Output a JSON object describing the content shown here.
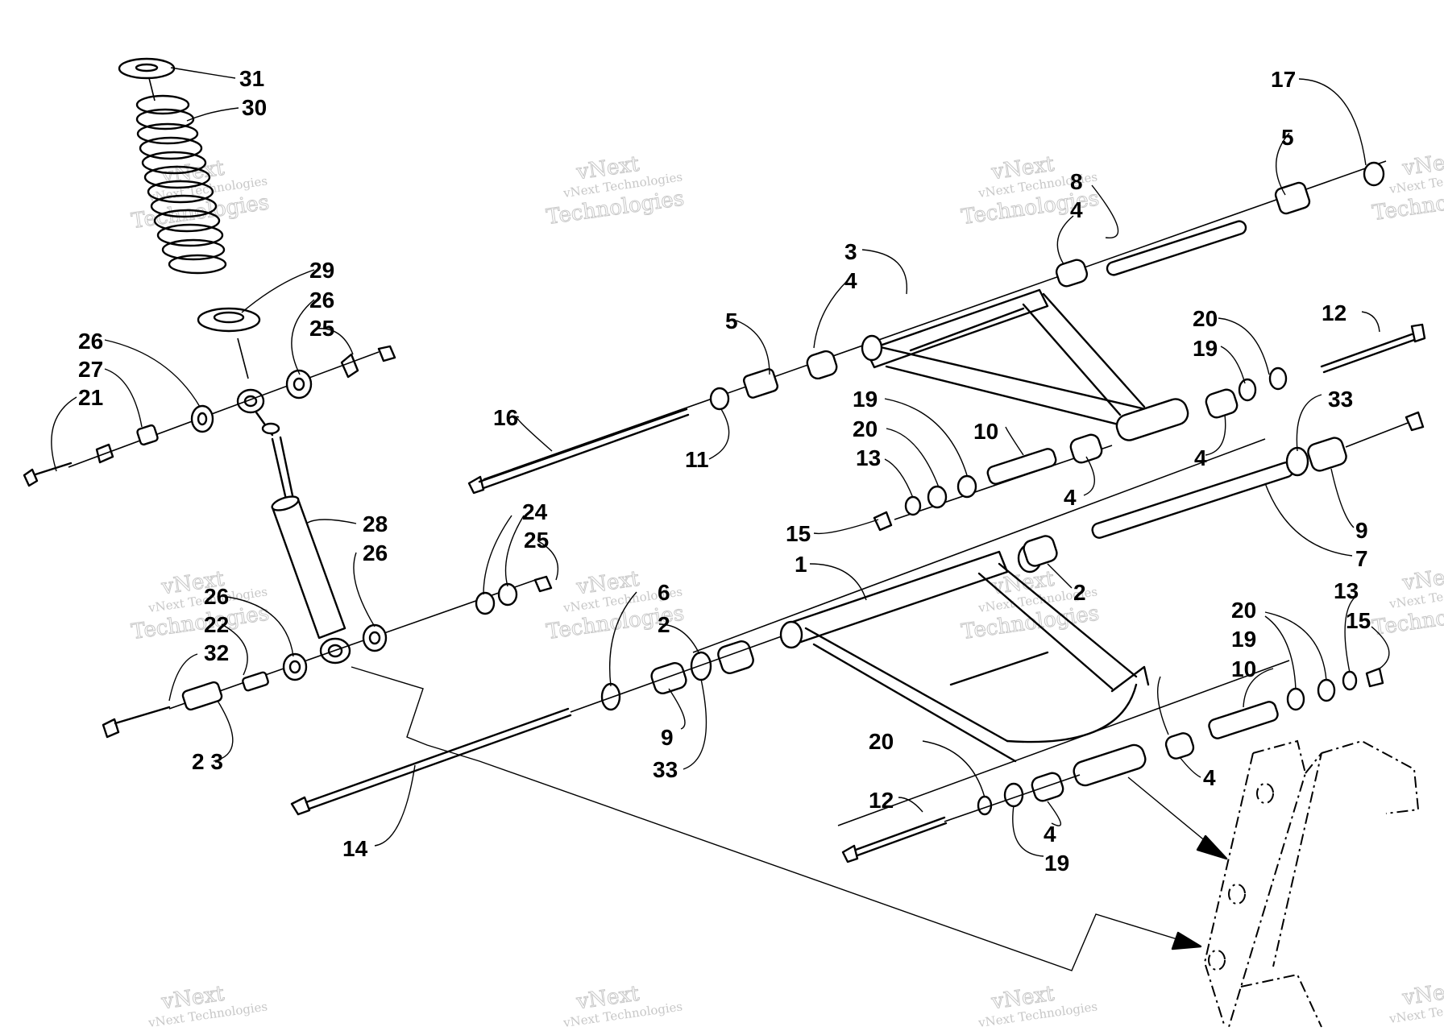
{
  "diagram": {
    "type": "exploded-parts-diagram",
    "watermark": {
      "brand": "vNext",
      "line1": "vNext Technologies",
      "line2": "Technologies"
    },
    "callouts": [
      {
        "id": "c31a",
        "label": "31"
      },
      {
        "id": "c30",
        "label": "30"
      },
      {
        "id": "c29",
        "label": "29"
      },
      {
        "id": "c26a",
        "label": "26"
      },
      {
        "id": "c25a",
        "label": "25"
      },
      {
        "id": "c26b",
        "label": "26"
      },
      {
        "id": "c27",
        "label": "27"
      },
      {
        "id": "c21",
        "label": "21"
      },
      {
        "id": "c28",
        "label": "28"
      },
      {
        "id": "c26c",
        "label": "26"
      },
      {
        "id": "c26d",
        "label": "26"
      },
      {
        "id": "c22",
        "label": "22"
      },
      {
        "id": "c32",
        "label": "32"
      },
      {
        "id": "c23",
        "label": "2 3"
      },
      {
        "id": "c24",
        "label": "24"
      },
      {
        "id": "c25b",
        "label": "25"
      },
      {
        "id": "c16",
        "label": "16"
      },
      {
        "id": "c5a",
        "label": "5"
      },
      {
        "id": "c11",
        "label": "11"
      },
      {
        "id": "c4a",
        "label": "4"
      },
      {
        "id": "c3",
        "label": "3"
      },
      {
        "id": "c8",
        "label": "8"
      },
      {
        "id": "c4b",
        "label": "4"
      },
      {
        "id": "c17",
        "label": "17"
      },
      {
        "id": "c5b",
        "label": "5"
      },
      {
        "id": "c20a",
        "label": "20"
      },
      {
        "id": "c12a",
        "label": "12"
      },
      {
        "id": "c19a",
        "label": "19"
      },
      {
        "id": "c4c",
        "label": "4"
      },
      {
        "id": "c19b",
        "label": "19"
      },
      {
        "id": "c20b",
        "label": "20"
      },
      {
        "id": "c13a",
        "label": "13"
      },
      {
        "id": "c10a",
        "label": "10"
      },
      {
        "id": "c4d",
        "label": "4"
      },
      {
        "id": "c15a",
        "label": "15"
      },
      {
        "id": "c33a",
        "label": "33"
      },
      {
        "id": "c9a",
        "label": "9"
      },
      {
        "id": "c7",
        "label": "7"
      },
      {
        "id": "c1",
        "label": "1"
      },
      {
        "id": "c2a",
        "label": "2"
      },
      {
        "id": "c6",
        "label": "6"
      },
      {
        "id": "c2b",
        "label": "2"
      },
      {
        "id": "c9b",
        "label": "9"
      },
      {
        "id": "c33b",
        "label": "33"
      },
      {
        "id": "c14",
        "label": "14"
      },
      {
        "id": "c20c",
        "label": "20"
      },
      {
        "id": "c19c",
        "label": "19"
      },
      {
        "id": "c10b",
        "label": "10"
      },
      {
        "id": "c13b",
        "label": "13"
      },
      {
        "id": "c15b",
        "label": "15"
      },
      {
        "id": "c4e",
        "label": "4"
      },
      {
        "id": "c20d",
        "label": "20"
      },
      {
        "id": "c12b",
        "label": "12"
      },
      {
        "id": "c4f",
        "label": "4"
      },
      {
        "id": "c19d",
        "label": "19"
      }
    ]
  }
}
